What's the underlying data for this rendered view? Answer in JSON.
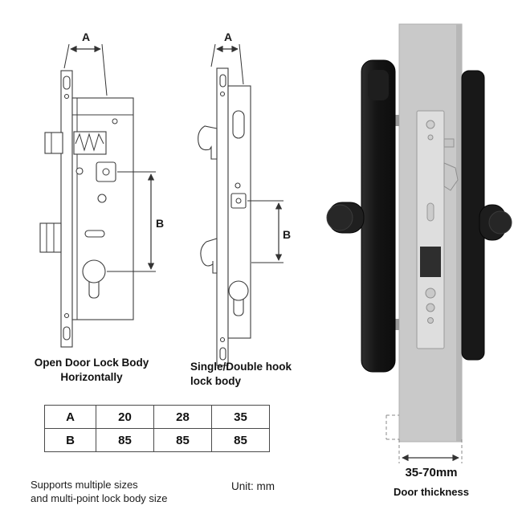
{
  "captions": {
    "left_line1": "Open Door Lock Body",
    "left_line2": "Horizontally",
    "middle_line1": "Single/Double hook",
    "middle_line2": "lock body"
  },
  "dims": {
    "a": "A",
    "b": "B"
  },
  "thickness": {
    "range": "35-70mm",
    "label": "Door thickness"
  },
  "size_table": {
    "rows": [
      {
        "label": "A",
        "values": [
          "20",
          "28",
          "35"
        ]
      },
      {
        "label": "B",
        "values": [
          "85",
          "85",
          "85"
        ]
      }
    ]
  },
  "notes": {
    "line1": "Supports multiple sizes",
    "line2": "and multi-point lock body size",
    "unit": "Unit: mm"
  }
}
